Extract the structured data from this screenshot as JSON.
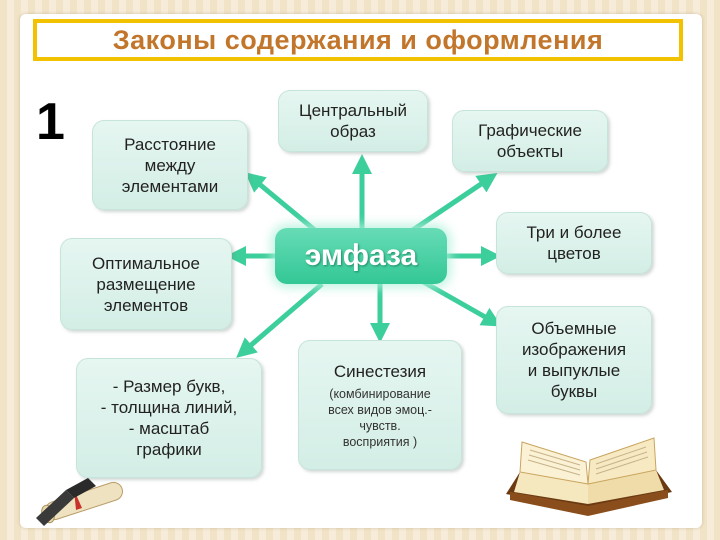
{
  "title": "Законы содержания и оформления",
  "slide_number": "1",
  "center": "эмфаза",
  "nodes": {
    "distance": [
      "Расстояние",
      "между",
      "элементами"
    ],
    "central_image": [
      "Центральный",
      "образ"
    ],
    "graphic_objects": [
      "Графические",
      "объекты"
    ],
    "optimal": [
      "Оптимальное",
      "размещение",
      "элементов"
    ],
    "three_colors": [
      "Три и более",
      "цветов"
    ],
    "size": [
      "- Размер букв,",
      "- толщина линий,",
      "- масштаб",
      "графики"
    ],
    "synesthesia": {
      "title": "Синестезия",
      "sub": [
        "(комбинирование",
        "всех видов эмоц.-",
        "чувств.",
        "восприятия )"
      ]
    },
    "volume": [
      "Объемные",
      "изображения",
      "и выпуклые",
      "буквы"
    ]
  },
  "colors": {
    "title_border": "#f2c200",
    "title_text": "#c1762b",
    "arrow": "#3ccf9c",
    "center": "#33c796",
    "node_fill": "#dcf2ec"
  },
  "icons": [
    "book-icon",
    "diploma-icon"
  ]
}
